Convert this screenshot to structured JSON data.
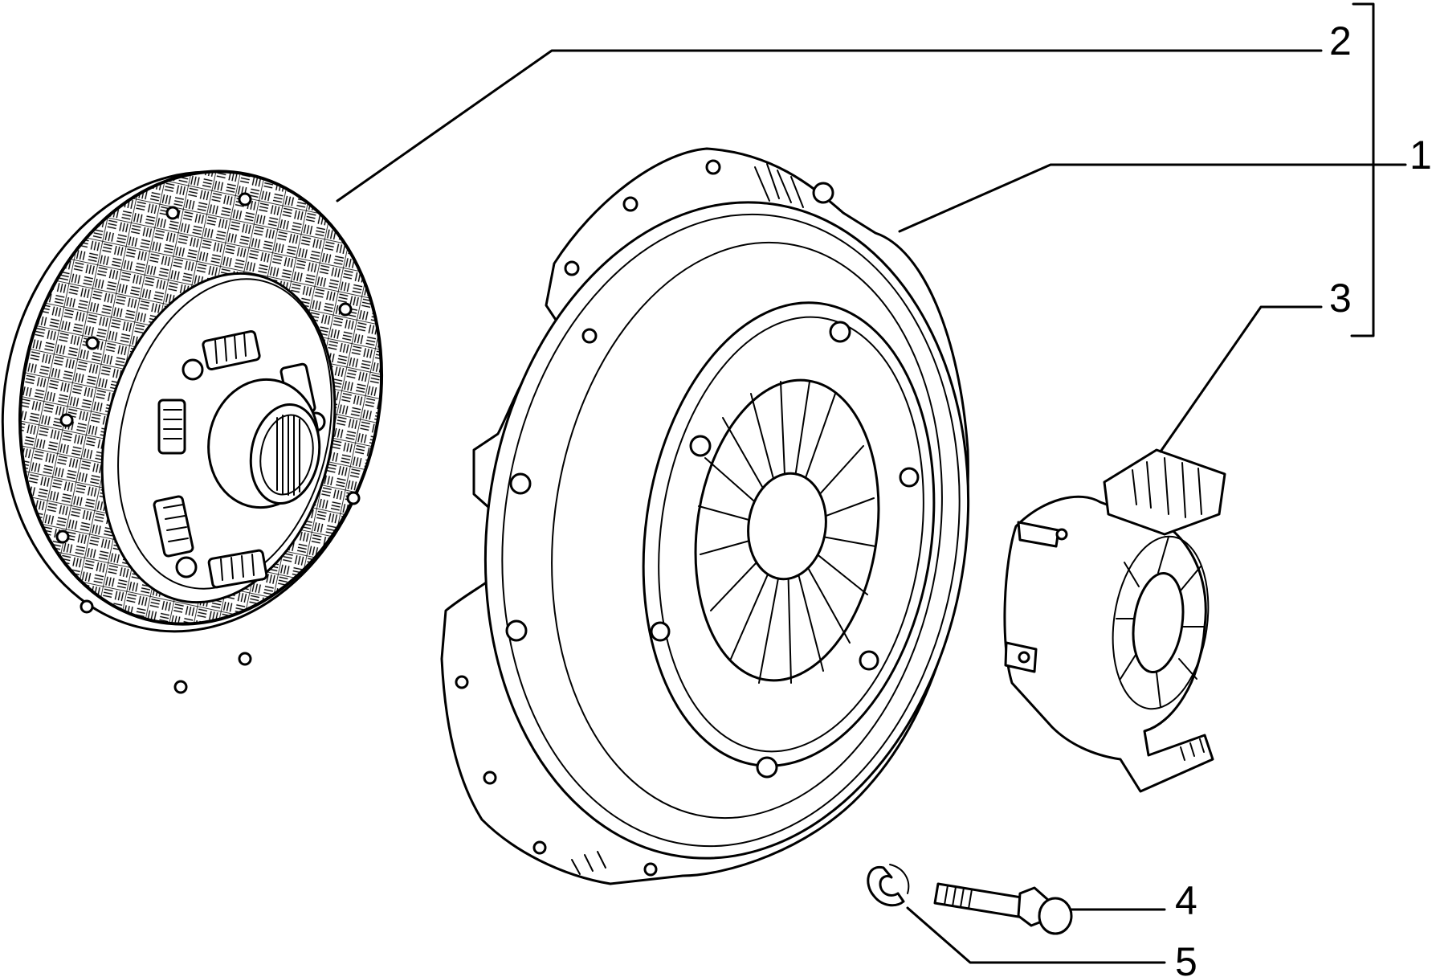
{
  "callouts": [
    {
      "id": "1",
      "label": "1"
    },
    {
      "id": "2",
      "label": "2"
    },
    {
      "id": "3",
      "label": "3"
    },
    {
      "id": "4",
      "label": "4"
    },
    {
      "id": "5",
      "label": "5"
    }
  ],
  "parts": {
    "part_1": "pressure-plate-cover",
    "part_2": "clutch-disc",
    "part_3": "release-bearing",
    "part_4": "bolt",
    "part_5": "washer"
  }
}
